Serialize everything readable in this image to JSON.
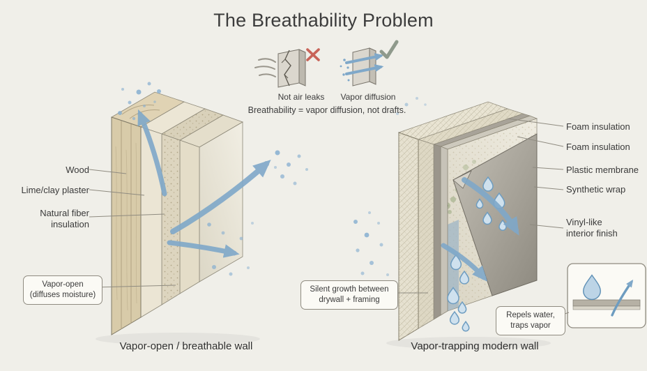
{
  "title": "The Breathability Problem",
  "legend": {
    "air_leaks": "Not air leaks",
    "diffusion": "Vapor diffusion",
    "formula": "Breathability = vapor diffusion, not drafts."
  },
  "left_wall": {
    "caption": "Vapor-open / breathable wall",
    "label_wood": "Wood",
    "label_plaster": "Lime/clay plaster",
    "label_insulation": "Natural fiber\ninsulation",
    "callout_vapor_open": "Vapor-open\n(diffuses moisture)"
  },
  "right_wall": {
    "caption": "Vapor-trapping modern wall",
    "label_foam_1": "Foam insulation",
    "label_foam_2": "Foam insulation",
    "label_membrane": "Plastic membrane",
    "label_wrap": "Synthetic wrap",
    "label_finish": "Vinyl-like\ninterior finish",
    "callout_growth": "Silent growth between\ndrywall + framing",
    "callout_repels": "Repels water,\ntraps vapor"
  },
  "colors": {
    "background": "#f0efe9",
    "arrow_blue": "#7fa8c9",
    "droplet_blue": "#6d9cc0",
    "mold_green": "#8ea273",
    "error_red": "#c4564a",
    "check_green": "#8f9a8c",
    "text": "#3a3a3a"
  }
}
